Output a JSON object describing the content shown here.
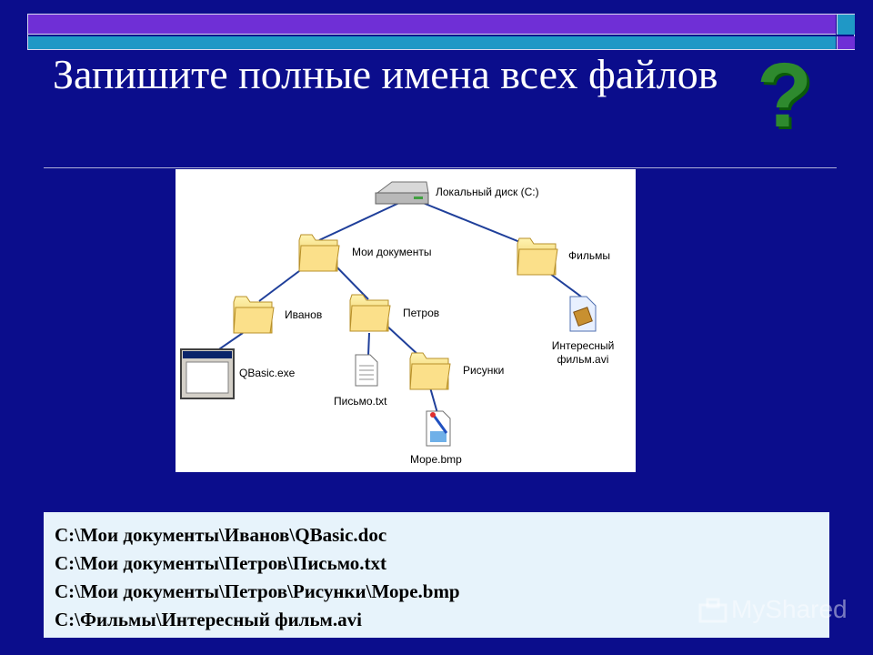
{
  "slide": {
    "title": "Запишите полные имена всех файлов",
    "question_mark": "?"
  },
  "tree": {
    "root": "Локальный диск (C:)",
    "folders": {
      "my_docs": "Мои документы",
      "films": "Фильмы",
      "ivanov": "Иванов",
      "petrov": "Петров",
      "pictures": "Рисунки"
    },
    "files": {
      "qbasic": "QBasic.exe",
      "letter": "Письмо.txt",
      "sea": "Море.bmp",
      "film_line1": "Интересный",
      "film_line2": "фильм.avi"
    }
  },
  "answers": [
    "C:\\Мои документы\\Иванов\\QBasic.doc",
    "C:\\Мои документы\\Петров\\Письмо.txt",
    "C:\\Мои документы\\Петров\\Рисунки\\Море.bmp",
    "C:\\Фильмы\\Интересный фильм.avi"
  ],
  "watermark": "MyShared",
  "colors": {
    "background": "#0b0d8c",
    "accent_purple": "#6f2fd6",
    "accent_teal": "#1f98c6",
    "question_mark": "#2e8a2e",
    "answers_panel": "#e7f3fb",
    "tree_lines": "#1f3f9a"
  }
}
